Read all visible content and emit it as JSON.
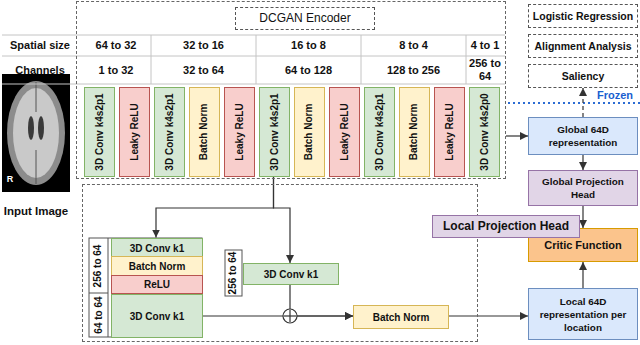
{
  "diagram": {
    "nodes": [
      {
        "text": [
          "DCGAN Encoder"
        ]
      },
      {
        "text": [
          "3D Conv k4s2p1"
        ],
        "in": 0
      },
      {
        "text": [
          "Leaky ReLU"
        ],
        "in": 0
      },
      {
        "text": [
          "3D Conv k4s2p1"
        ],
        "in": 0
      },
      {
        "text": [
          "Batch Norm"
        ],
        "in": 0
      },
      {
        "text": [
          "Leaky ReLU"
        ],
        "in": 0
      },
      {
        "text": [
          "3D Conv k4s2p1"
        ],
        "in": 0
      },
      {
        "text": [
          "Batch Norm"
        ],
        "in": 0
      },
      {
        "text": [
          "Leaky ReLU"
        ],
        "in": 0
      },
      {
        "text": [
          "3D Conv k4s2p1"
        ],
        "in": 0
      },
      {
        "text": [
          "Batch Norm"
        ],
        "in": 0
      },
      {
        "text": [
          "Leaky ReLU"
        ],
        "in": 0
      },
      {
        "text": [
          "3D Conv k4s2p0"
        ],
        "in": 0
      },
      {
        "text": [
          "Logistic Regression"
        ]
      },
      {
        "text": [
          "Alignment Analysis"
        ]
      },
      {
        "text": [
          "Saliency"
        ]
      },
      {
        "text": [
          "Global 64D representation"
        ]
      },
      {
        "text": [
          "Global Projection Head"
        ]
      },
      {
        "text": [
          "Local Projection Head"
        ]
      },
      {
        "text": [
          "3D Conv k1"
        ],
        "in": 18
      },
      {
        "text": [
          "Batch Norm"
        ],
        "in": 18
      },
      {
        "text": [
          "ReLU"
        ],
        "in": 18
      },
      {
        "text": [
          "3D Conv k1"
        ],
        "in": 18
      },
      {
        "text": [
          "3D Conv k1"
        ],
        "in": 18
      },
      {
        "text": [
          "Batch Norm"
        ],
        "in": 18
      },
      {
        "text": [
          "Critic Function"
        ]
      },
      {
        "text": [
          "Local 64D representation per location"
        ]
      }
    ],
    "edges": [
      {
        "from": 0,
        "to": 16,
        "arrow": "to"
      },
      {
        "from": 16,
        "to": 15,
        "arrow": "to"
      },
      {
        "from": 16,
        "to": 17,
        "arrow": "to"
      },
      {
        "from": 17,
        "to": 25,
        "arrow": "to"
      },
      {
        "from": 26,
        "to": 25,
        "arrow": "to"
      },
      {
        "from": 6,
        "to": 19,
        "arrow": "to"
      },
      {
        "from": 6,
        "to": 23,
        "arrow": "to"
      },
      {
        "from": 22,
        "to": 24,
        "arrow": "to"
      },
      {
        "from": 23,
        "to": 24,
        "arrow": "to"
      },
      {
        "from": 24,
        "to": 26,
        "arrow": "to"
      }
    ],
    "labels": [
      "Spatial size",
      "64 to 32",
      "32 to 16",
      "16 to 8",
      "8 to 4",
      "4 to 1",
      "Channels",
      "1 to 32",
      "32 to 64",
      "64 to 128",
      "128 to 256",
      "256 to 64",
      "R",
      "Input Image",
      "Frozen",
      "256 to 64",
      "64 to 64",
      "256 to 64"
    ]
  }
}
